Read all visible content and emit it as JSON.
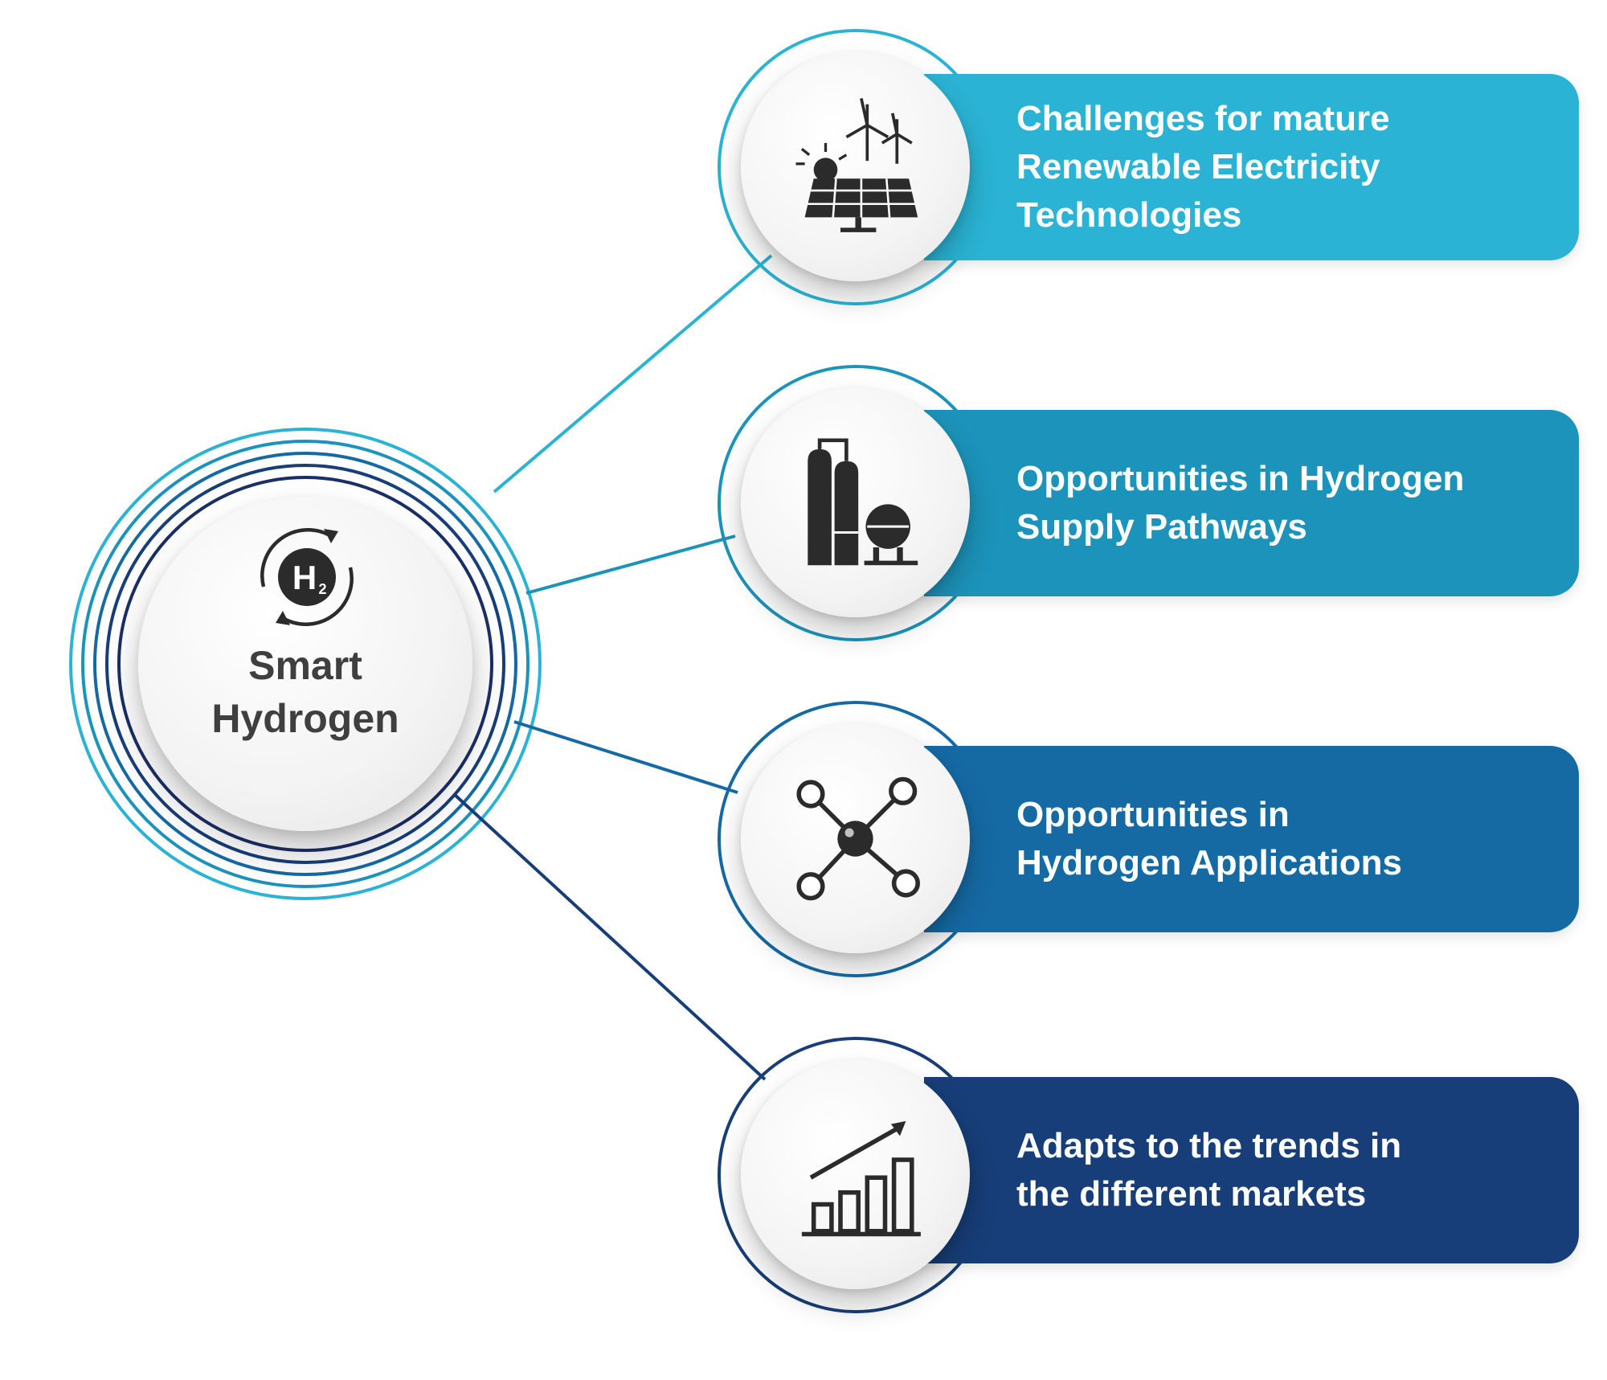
{
  "hub": {
    "title_line1": "Smart",
    "title_line2": "Hydrogen",
    "icon": "h2-cycle-icon",
    "icon_symbol": "H",
    "icon_subscript": "2"
  },
  "branches": [
    {
      "lines": [
        "Challenges for mature",
        "Renewable Electricity",
        "Technologies"
      ],
      "icon": "renewable-energy-icon",
      "color": "#2ab3d4"
    },
    {
      "lines": [
        "Opportunities in Hydrogen",
        "Supply Pathways"
      ],
      "icon": "hydrogen-storage-tanks-icon",
      "color": "#1c93ba"
    },
    {
      "lines": [
        "Opportunities in",
        "Hydrogen Applications"
      ],
      "icon": "molecule-icon",
      "color": "#156aa4"
    },
    {
      "lines": [
        "Adapts to the trends in",
        "the different markets"
      ],
      "icon": "growth-chart-icon",
      "color": "#173e78"
    }
  ]
}
